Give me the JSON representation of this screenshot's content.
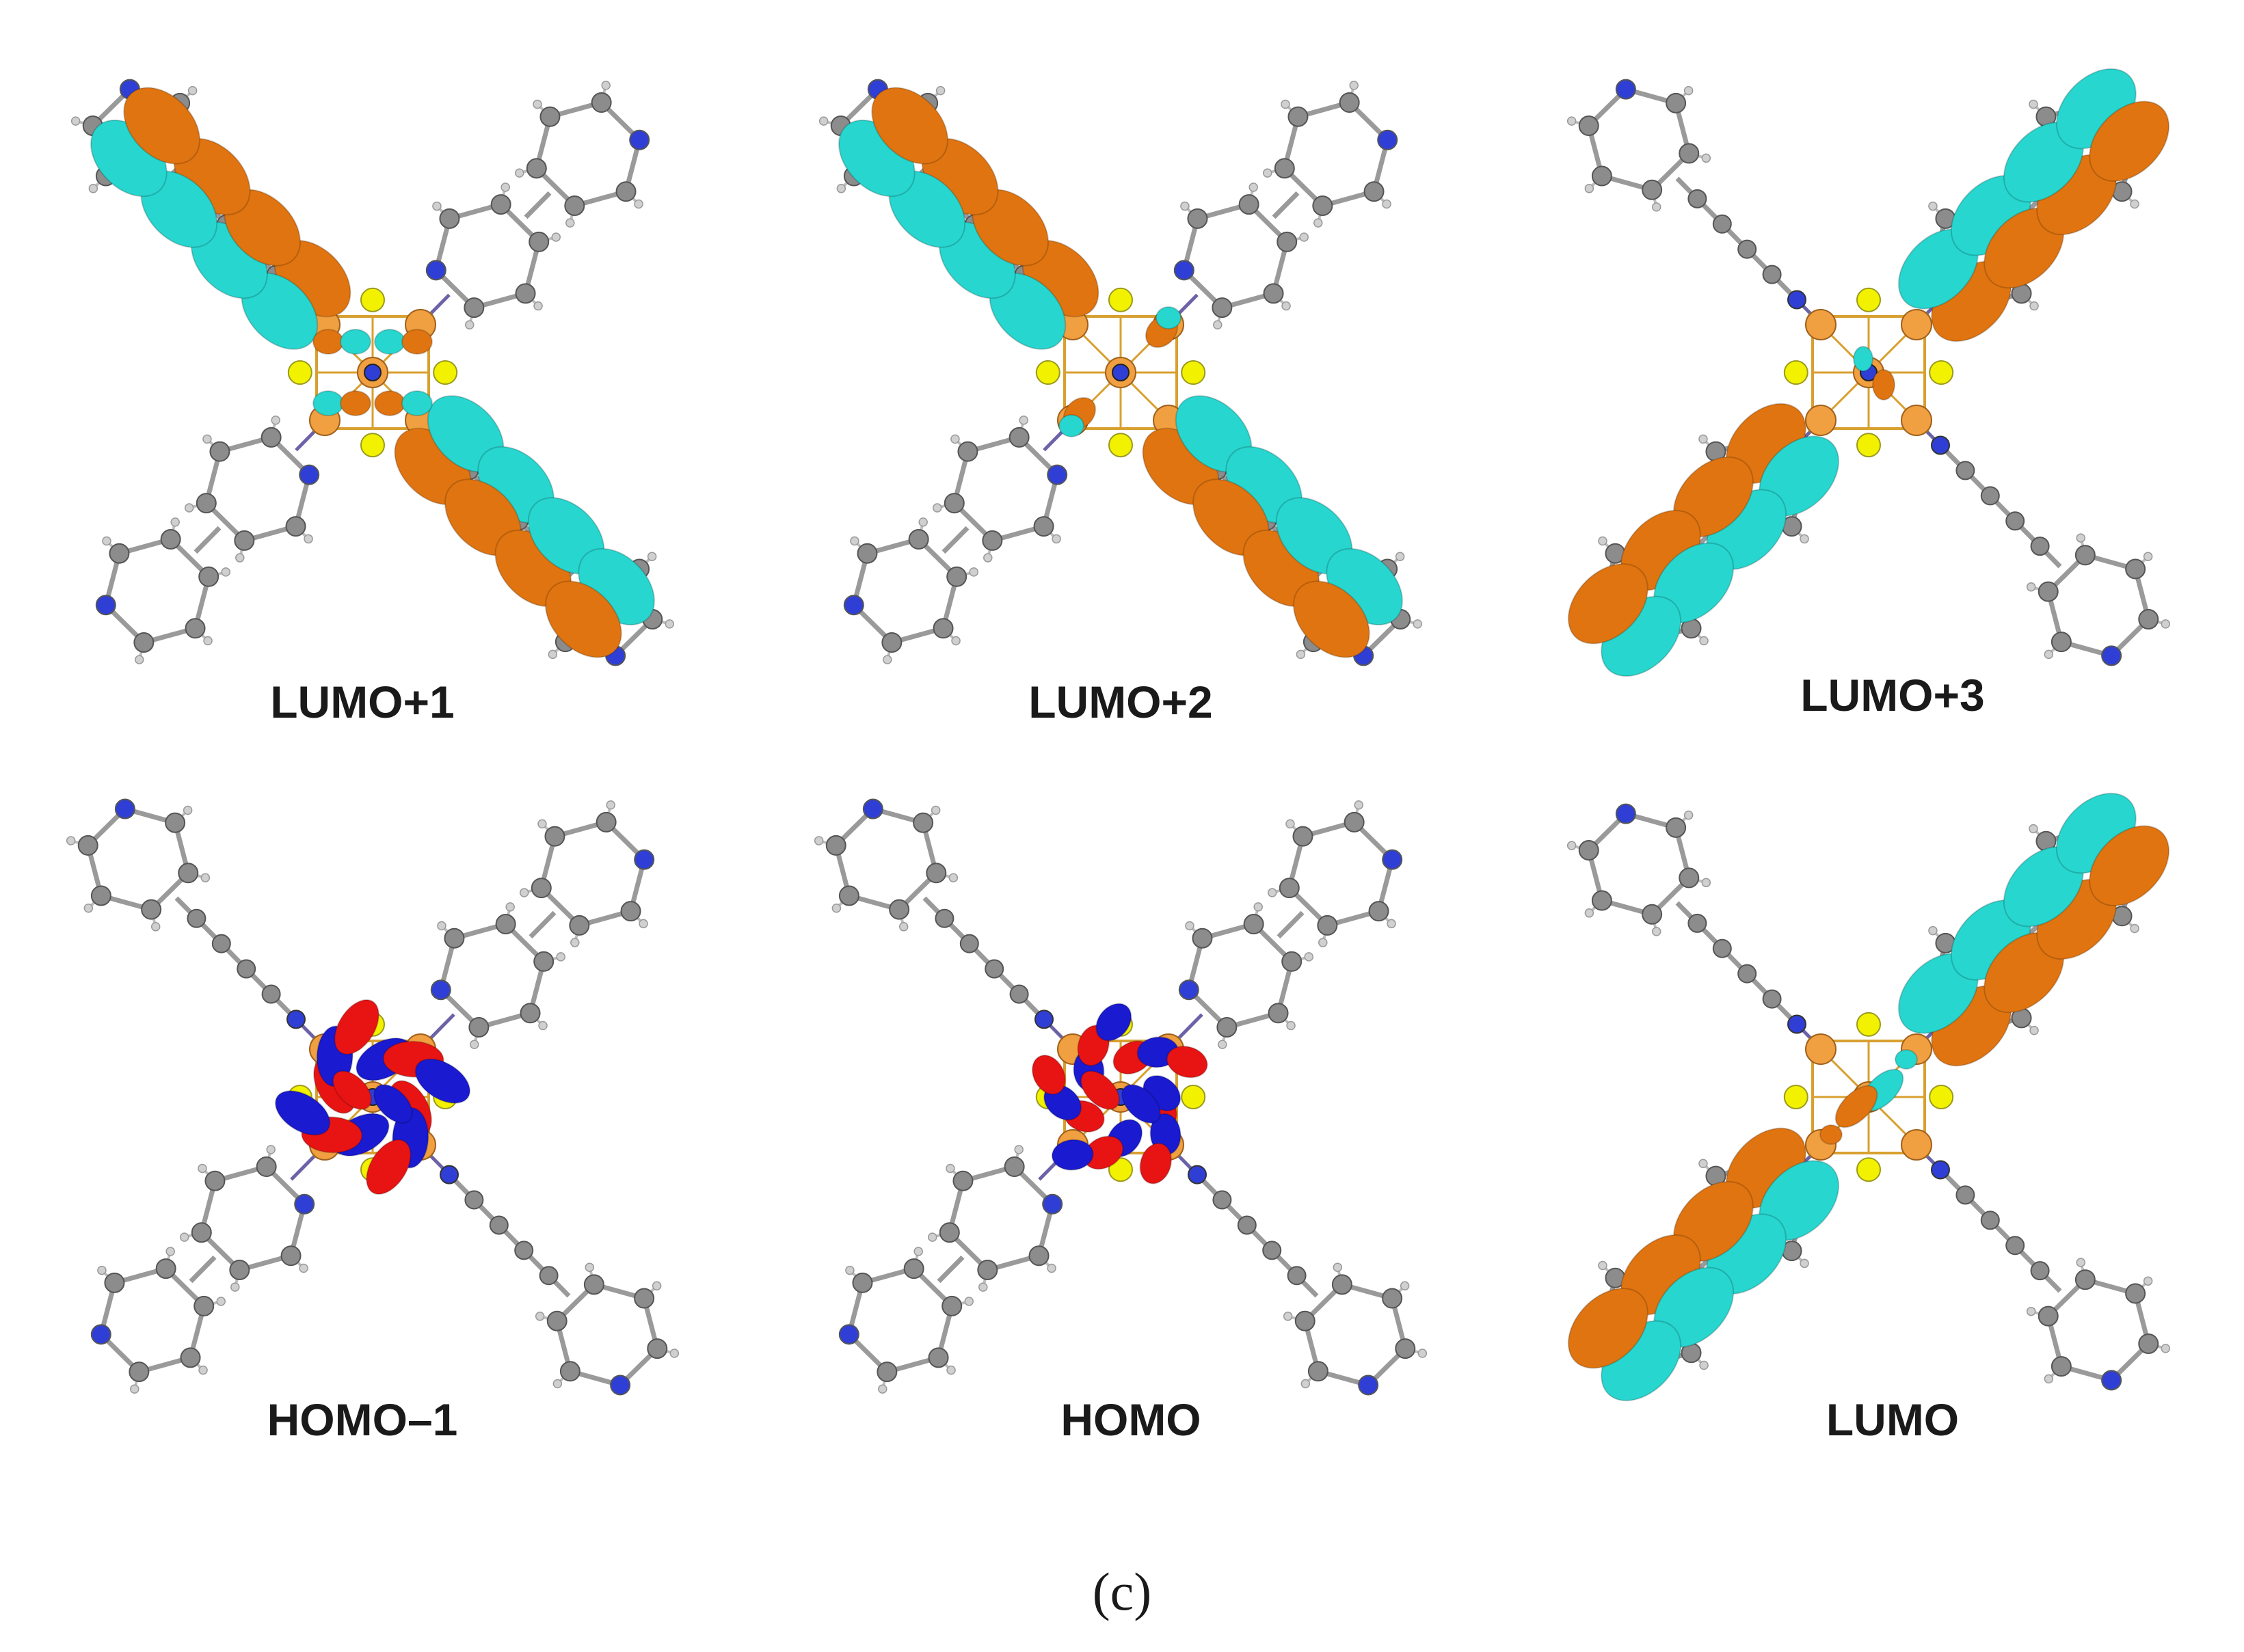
{
  "figure": {
    "caption": "(c)",
    "panels": [
      {
        "label": "LUMO+1",
        "orbital": "lumo1"
      },
      {
        "label": "LUMO+2",
        "orbital": "lumo2"
      },
      {
        "label": "LUMO+3",
        "orbital": "lumo3"
      },
      {
        "label": "HOMO–1",
        "orbital": "homo1"
      },
      {
        "label": "HOMO",
        "orbital": "homo"
      },
      {
        "label": "LUMO",
        "orbital": "lumo"
      }
    ]
  },
  "colors": {
    "background": "#ffffff",
    "carbon": "#8c8c8c",
    "hydrogen": "#d0d0d0",
    "nitrogen": "#2f3fd6",
    "metal": "#f0a040",
    "sulfur": "#f2f200",
    "bond": "#9a9a9a",
    "cluster_bond": "#d8a030",
    "lobe_unoccupied_positive": "#e07410",
    "lobe_unoccupied_negative": "#27d6cf",
    "lobe_occupied_positive": "#e81414",
    "lobe_occupied_negative": "#1a1ad0"
  }
}
